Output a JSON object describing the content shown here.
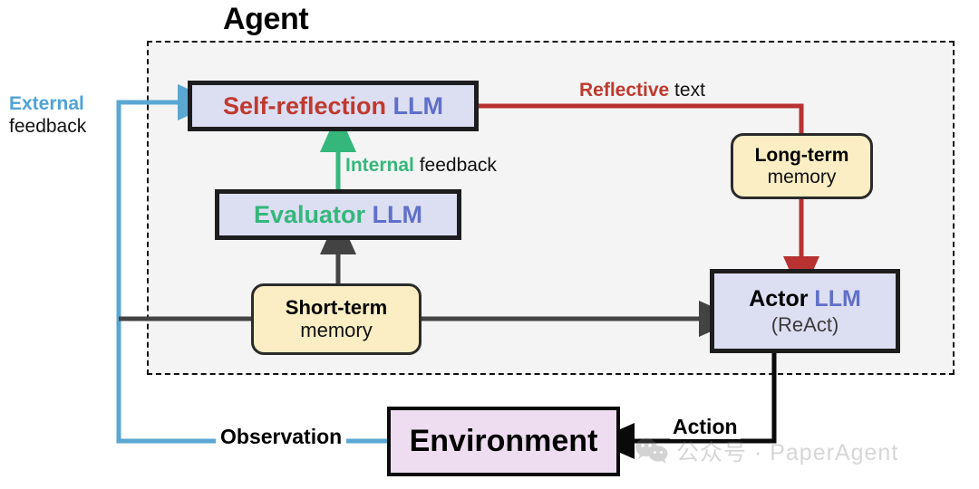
{
  "diagram": {
    "title": "Agent",
    "background": "#ffffff",
    "boundary_label": "Agent"
  },
  "nodes": {
    "self_reflection": {
      "name": "Self-reflection LLM",
      "part1": "Self-reflection",
      "part2": " LLM",
      "part1_color": "#c0392f",
      "part2_color": "#6070c8",
      "fill": "#dcdef2",
      "border": "#1d1d1f"
    },
    "evaluator": {
      "name": "Evaluator LLM",
      "part1": "Evaluator",
      "part2": " LLM",
      "part1_color": "#35b77c",
      "part2_color": "#6070c8",
      "fill": "#dcdef2",
      "border": "#1d1d1f"
    },
    "actor": {
      "name": "Actor LLM (ReAct)",
      "part1": "Actor",
      "part2": " LLM",
      "sub": "(ReAct)",
      "part1_color": "#000000",
      "part2_color": "#6070c8",
      "sub_color": "#3b3b3b",
      "fill": "#dcdef2",
      "border": "#1d1d1f"
    },
    "short_term_memory": {
      "name": "Short-term memory",
      "line1": "Short-term",
      "line2": "memory",
      "fill": "#fbeec4",
      "border": "#2b2b2b"
    },
    "long_term_memory": {
      "name": "Long-term memory",
      "line1": "Long-term",
      "line2": "memory",
      "fill": "#fbeec4",
      "border": "#2b2b2b"
    },
    "environment": {
      "name": "Environment",
      "label": "Environment",
      "fill": "#eedcf0",
      "border": "#0a0a0a"
    }
  },
  "edges": {
    "external_feedback": {
      "part1": "External",
      "part2": "feedback",
      "part1_color": "#4ea3d6",
      "part2_color": "#111111",
      "line_color": "#5aa7d2"
    },
    "internal_feedback": {
      "part1": "Internal",
      "part2": " feedback",
      "part1_color": "#35b77c",
      "part2_color": "#111111",
      "line_color": "#35b77c"
    },
    "reflective_text": {
      "part1": "Reflective",
      "part2": " text",
      "part1_color": "#b83232",
      "part2_color": "#111111",
      "line_color": "#b83232"
    },
    "observation": {
      "label": "Observation",
      "label_color": "#000000",
      "line_color": "#5aa7d2"
    },
    "action": {
      "label": "Action",
      "label_color": "#000000",
      "line_color": "#0a0a0a"
    },
    "memory_to_actor": {
      "line_color": "#434343"
    },
    "memory_to_evaluator": {
      "line_color": "#434343"
    }
  },
  "watermark": {
    "icon": "wechat-icon",
    "text": "公众号 · PaperAgent",
    "color": "#7b7b7b"
  }
}
